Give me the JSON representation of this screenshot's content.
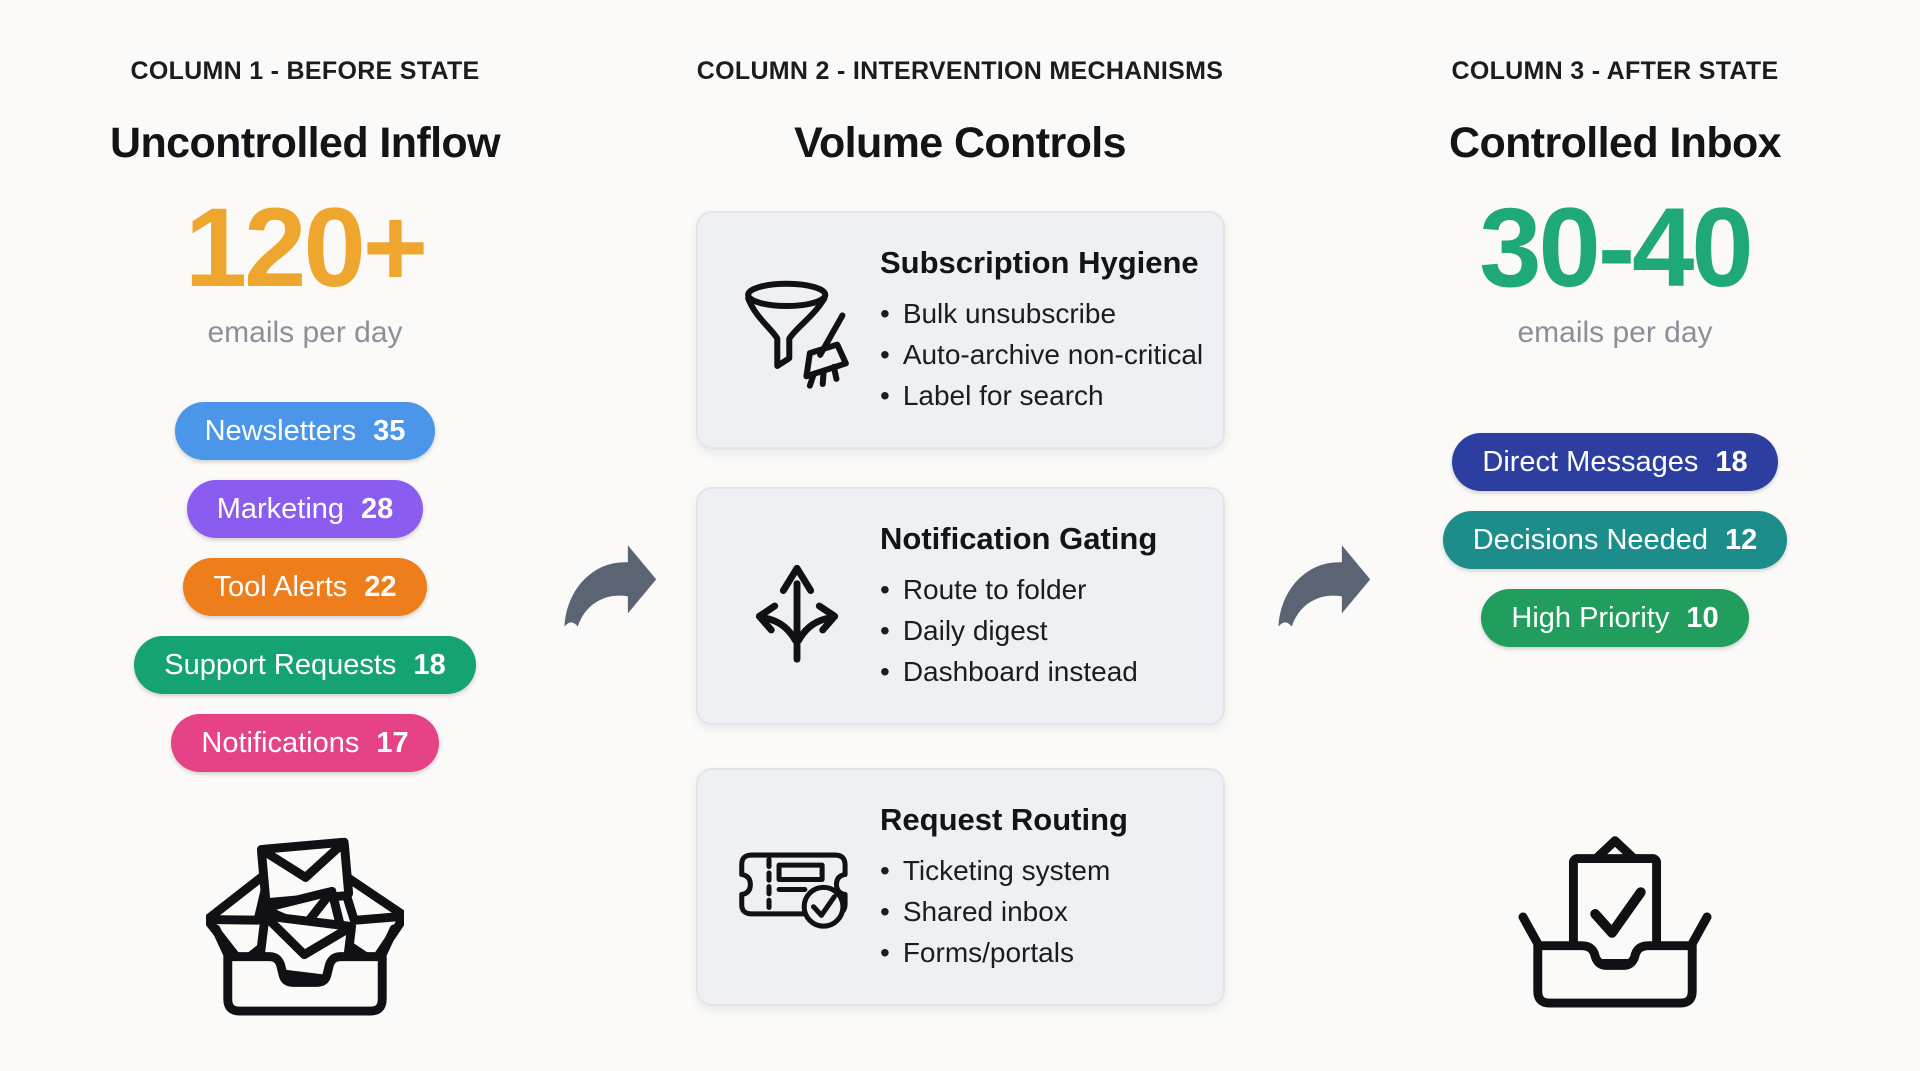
{
  "columns": {
    "before": {
      "kicker": "COLUMN 1 - BEFORE STATE",
      "title": "Uncontrolled Inflow",
      "metric": "120+",
      "metric_color": "#EFA62F",
      "caption": "emails per day",
      "pills": [
        {
          "label": "Newsletters",
          "count": "35",
          "color": "#4B96E8"
        },
        {
          "label": "Marketing",
          "count": "28",
          "color": "#8A5CEF"
        },
        {
          "label": "Tool Alerts",
          "count": "22",
          "color": "#EE7D1C"
        },
        {
          "label": "Support Requests",
          "count": "18",
          "color": "#16A372"
        },
        {
          "label": "Notifications",
          "count": "17",
          "color": "#E64387"
        }
      ],
      "icon": "overflowing-inbox"
    },
    "intervention": {
      "kicker": "COLUMN 2 - INTERVENTION MECHANISMS",
      "title": "Volume Controls",
      "cards": [
        {
          "icon": "funnel-broom",
          "title": "Subscription Hygiene",
          "bullets": [
            "Bulk unsubscribe",
            "Auto-archive non-critical",
            "Label for search"
          ]
        },
        {
          "icon": "branching-arrows",
          "title": "Notification Gating",
          "bullets": [
            "Route to folder",
            "Daily digest",
            "Dashboard instead"
          ]
        },
        {
          "icon": "ticket-check",
          "title": "Request Routing",
          "bullets": [
            "Ticketing system",
            "Shared inbox",
            "Forms/portals"
          ]
        }
      ]
    },
    "after": {
      "kicker": "COLUMN 3 - AFTER STATE",
      "title": "Controlled Inbox",
      "metric": "30-40",
      "metric_color": "#1FA878",
      "caption": "emails per day",
      "pills": [
        {
          "label": "Direct Messages",
          "count": "18",
          "color": "#2C3EA0"
        },
        {
          "label": "Decisions Needed",
          "count": "12",
          "color": "#1D8D8B"
        },
        {
          "label": "High Priority",
          "count": "10",
          "color": "#219D5D"
        }
      ],
      "icon": "inbox-check"
    }
  },
  "arrow_color": "#5A6472",
  "icon_stroke": "#101114"
}
